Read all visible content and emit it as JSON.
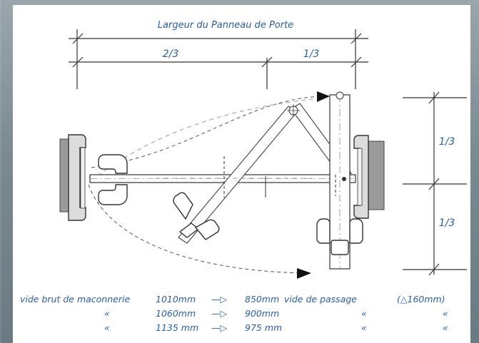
{
  "dimensions": {
    "width_title": "Largeur du Panneau de Porte",
    "two_thirds": "2/3",
    "one_third_top": "1/3",
    "one_third_upper": "1/3",
    "one_third_lower": "1/3"
  },
  "notes": {
    "row1": {
      "label": "vide brut de maconnerie",
      "mm1": "1010mm",
      "arrow": "—▷",
      "mm2": "850mm",
      "passage": "vide de passage",
      "delta": "(△160mm)"
    },
    "row2": {
      "ditto1": "«",
      "mm1": "1060mm",
      "arrow": "—▷",
      "mm2": "900mm",
      "ditto2": "«",
      "ditto3": "«"
    },
    "row3": {
      "ditto1": "«",
      "mm1": "1135 mm",
      "arrow": "—▷",
      "mm2": "975 mm",
      "ditto2": "«",
      "ditto3": "«"
    }
  },
  "colors": {
    "handwriting": "#2b5f9e",
    "line": "#3a3a3a",
    "wall": "#9a9a9a",
    "frame": "#d8d8d8"
  }
}
